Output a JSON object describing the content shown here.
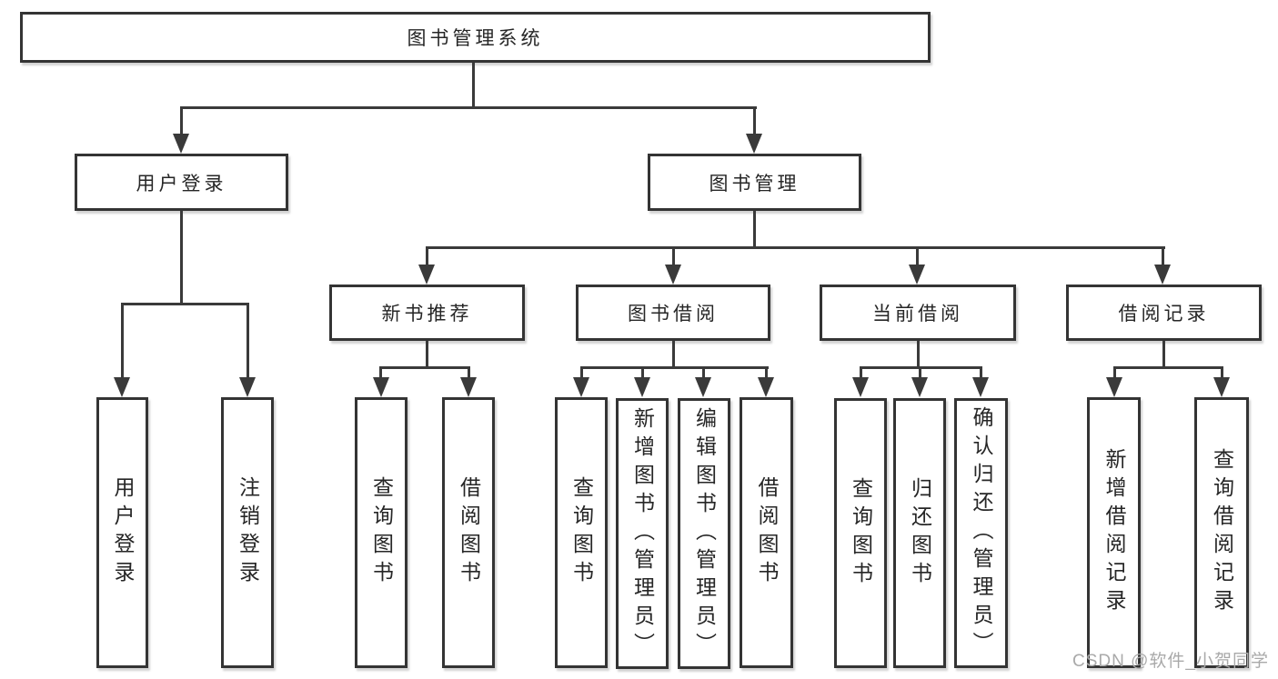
{
  "title": "图书管理系统",
  "watermark": "CSDN @软件_小贺同学",
  "colors": {
    "line": "#3a3a3a",
    "box_border": "#343434",
    "text": "#262626",
    "background": "#ffffff",
    "watermark": "#a9a9a9"
  },
  "tree": {
    "root": {
      "label": "图书管理系统"
    },
    "branches": [
      {
        "label": "用户登录",
        "children": [
          {
            "label": "用户登录"
          },
          {
            "label": "注销登录"
          }
        ]
      },
      {
        "label": "图书管理",
        "children": [
          {
            "label": "新书推荐",
            "children": [
              {
                "label": "查询图书"
              },
              {
                "label": "借阅图书"
              }
            ]
          },
          {
            "label": "图书借阅",
            "children": [
              {
                "label": "查询图书"
              },
              {
                "label": "新增图书（管理员）"
              },
              {
                "label": "编辑图书（管理员）"
              },
              {
                "label": "借阅图书"
              }
            ]
          },
          {
            "label": "当前借阅",
            "children": [
              {
                "label": "查询图书"
              },
              {
                "label": "归还图书"
              },
              {
                "label": "确认归还（管理员）"
              }
            ]
          },
          {
            "label": "借阅记录",
            "children": [
              {
                "label": "新增借阅记录"
              },
              {
                "label": "查询借阅记录"
              }
            ]
          }
        ]
      }
    ]
  }
}
